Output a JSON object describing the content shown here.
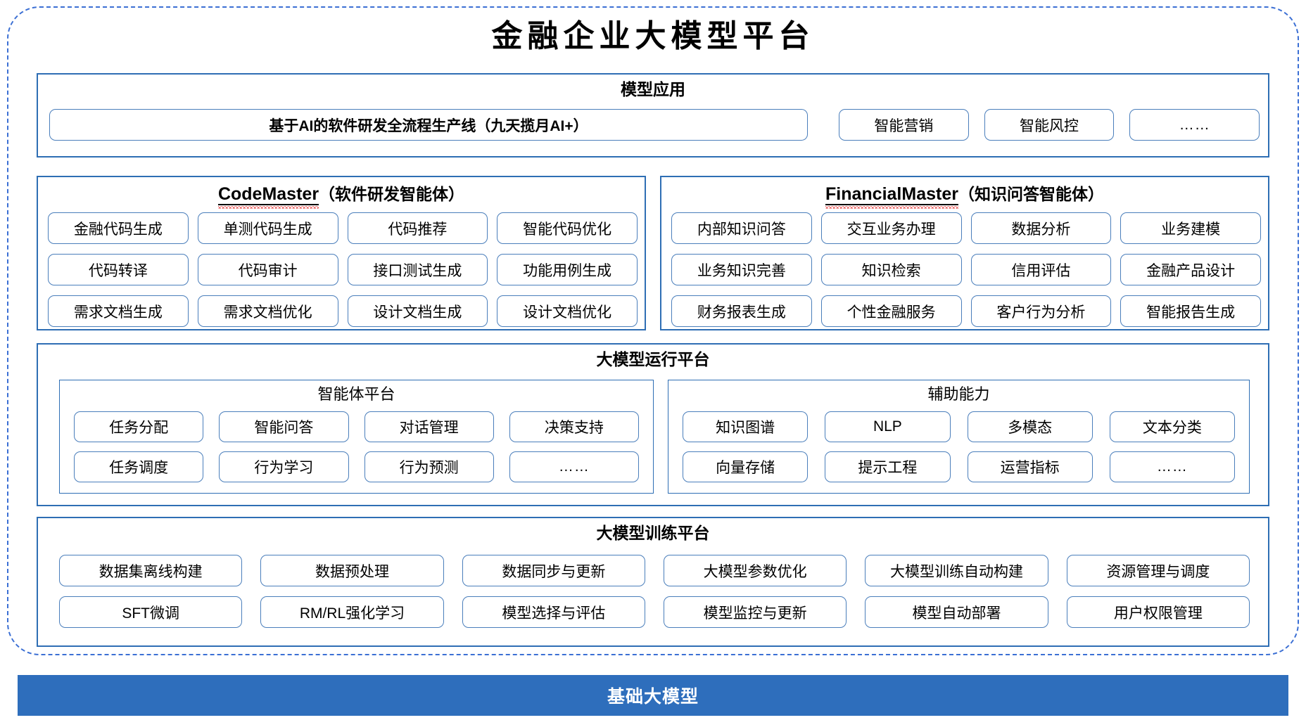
{
  "page": {
    "title": "金融企业大模型平台",
    "accent_blue": "#2E6EB4",
    "chip_border": "#4A7EBB",
    "footer_blue": "#2E6EBC",
    "dashed_border": "#3B6FD4",
    "spellcheck_red": "#E53434"
  },
  "model_application": {
    "title": "模型应用",
    "pipeline": "基于AI的软件研发全流程生产线（九天揽月AI+）",
    "items": [
      "智能营销",
      "智能风控",
      "……"
    ]
  },
  "code_master": {
    "latin_name": "CodeMaster",
    "cn_suffix": "（软件研发智能体）",
    "items": [
      "金融代码生成",
      "单测代码生成",
      "代码推荐",
      "智能代码优化",
      "代码转译",
      "代码审计",
      "接口测试生成",
      "功能用例生成",
      "需求文档生成",
      "需求文档优化",
      "设计文档生成",
      "设计文档优化"
    ]
  },
  "financial_master": {
    "latin_name": "FinancialMaster",
    "cn_suffix": "（知识问答智能体）",
    "items": [
      "内部知识问答",
      "交互业务办理",
      "数据分析",
      "业务建模",
      "业务知识完善",
      "知识检索",
      "信用评估",
      "金融产品设计",
      "财务报表生成",
      "个性金融服务",
      "客户行为分析",
      "智能报告生成"
    ]
  },
  "runtime_platform": {
    "title": "大模型运行平台",
    "agent_platform": {
      "title": "智能体平台",
      "items": [
        "任务分配",
        "智能问答",
        "对话管理",
        "决策支持",
        "任务调度",
        "行为学习",
        "行为预测",
        "……"
      ]
    },
    "auxiliary": {
      "title": "辅助能力",
      "items": [
        "知识图谱",
        "NLP",
        "多模态",
        "文本分类",
        "向量存储",
        "提示工程",
        "运营指标",
        "……"
      ]
    }
  },
  "training_platform": {
    "title": "大模型训练平台",
    "items": [
      "数据集离线构建",
      "数据预处理",
      "数据同步与更新",
      "大模型参数优化",
      "大模型训练自动构建",
      "资源管理与调度",
      "SFT微调",
      "RM/RL强化学习",
      "模型选择与评估",
      "模型监控与更新",
      "模型自动部署",
      "用户权限管理"
    ]
  },
  "footer": {
    "label": "基础大模型"
  }
}
